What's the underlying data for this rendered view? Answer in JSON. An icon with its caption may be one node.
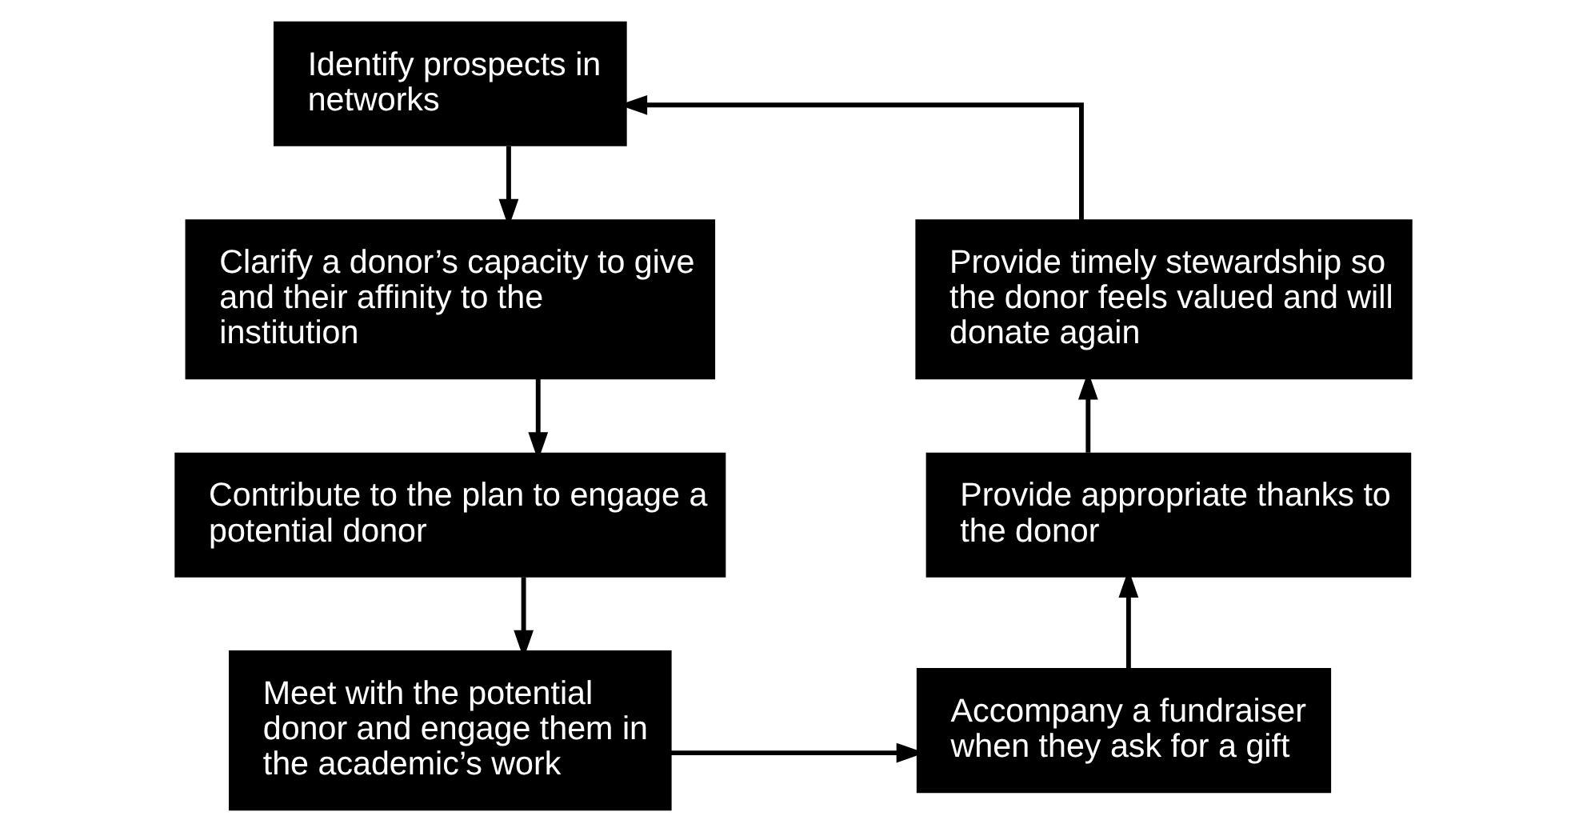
{
  "diagram": {
    "nodes": [
      {
        "text": [
          "Identify prospects in networks"
        ]
      },
      {
        "text": [
          "Clarify a donor’s capacity to give and their affinity to the institution"
        ]
      },
      {
        "text": [
          "Contribute to the plan to engage a potential donor"
        ]
      },
      {
        "text": [
          "Meet with the potential donor and engage them in the academic’s work"
        ]
      },
      {
        "text": [
          "Accompany a fundraiser when they ask for a gift"
        ]
      },
      {
        "text": [
          "Provide appropriate thanks to the donor"
        ]
      },
      {
        "text": [
          "Provide timely stewardship so the donor feels valued and will donate again"
        ]
      }
    ],
    "edges": [
      {
        "from": 0,
        "to": 1,
        "arrow": "to"
      },
      {
        "from": 1,
        "to": 2,
        "arrow": "to"
      },
      {
        "from": 2,
        "to": 3,
        "arrow": "to"
      },
      {
        "from": 3,
        "to": 4,
        "arrow": "to"
      },
      {
        "from": 4,
        "to": 5,
        "arrow": "to"
      },
      {
        "from": 5,
        "to": 6,
        "arrow": "to"
      },
      {
        "from": 6,
        "to": 0,
        "arrow": "to"
      }
    ]
  }
}
